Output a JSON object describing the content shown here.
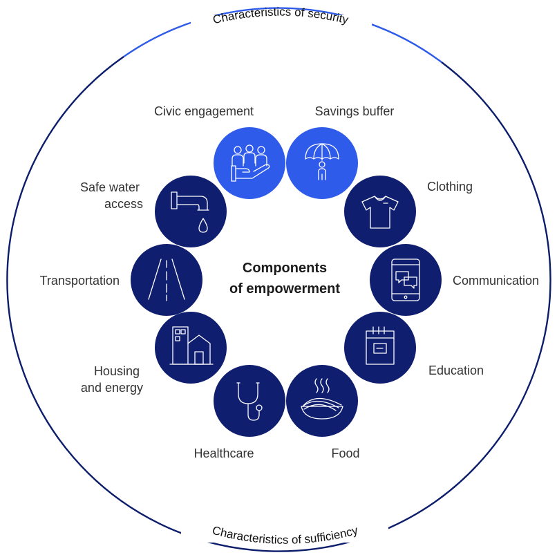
{
  "outer_ring": {
    "top_label": "Characteristics of security",
    "bottom_label": "Characteristics of sufficiency",
    "top_color": "#2f5bea",
    "bottom_color": "#0b1d6b"
  },
  "center": {
    "line1": "Components",
    "line2": "of empowerment"
  },
  "colors": {
    "security_node": "#2f5bea",
    "sufficiency_node": "#0f1e6e"
  },
  "components": [
    {
      "id": "civic",
      "label_lines": [
        "Civic engagement"
      ],
      "icon": "civic-engagement-icon",
      "group": "security"
    },
    {
      "id": "savings",
      "label_lines": [
        "Savings buffer"
      ],
      "icon": "umbrella-icon",
      "group": "security"
    },
    {
      "id": "clothing",
      "label_lines": [
        "Clothing"
      ],
      "icon": "tshirt-icon",
      "group": "sufficiency"
    },
    {
      "id": "communication",
      "label_lines": [
        "Communication"
      ],
      "icon": "phone-chat-icon",
      "group": "sufficiency"
    },
    {
      "id": "education",
      "label_lines": [
        "Education"
      ],
      "icon": "notebook-icon",
      "group": "sufficiency"
    },
    {
      "id": "food",
      "label_lines": [
        "Food"
      ],
      "icon": "food-bowl-icon",
      "group": "sufficiency"
    },
    {
      "id": "healthcare",
      "label_lines": [
        "Healthcare"
      ],
      "icon": "stethoscope-icon",
      "group": "sufficiency"
    },
    {
      "id": "housing",
      "label_lines": [
        "Housing",
        "and energy"
      ],
      "icon": "house-building-icon",
      "group": "sufficiency"
    },
    {
      "id": "transportation",
      "label_lines": [
        "Transportation"
      ],
      "icon": "road-icon",
      "group": "sufficiency"
    },
    {
      "id": "water",
      "label_lines": [
        "Safe water",
        "access"
      ],
      "icon": "water-tap-icon",
      "group": "sufficiency"
    }
  ]
}
